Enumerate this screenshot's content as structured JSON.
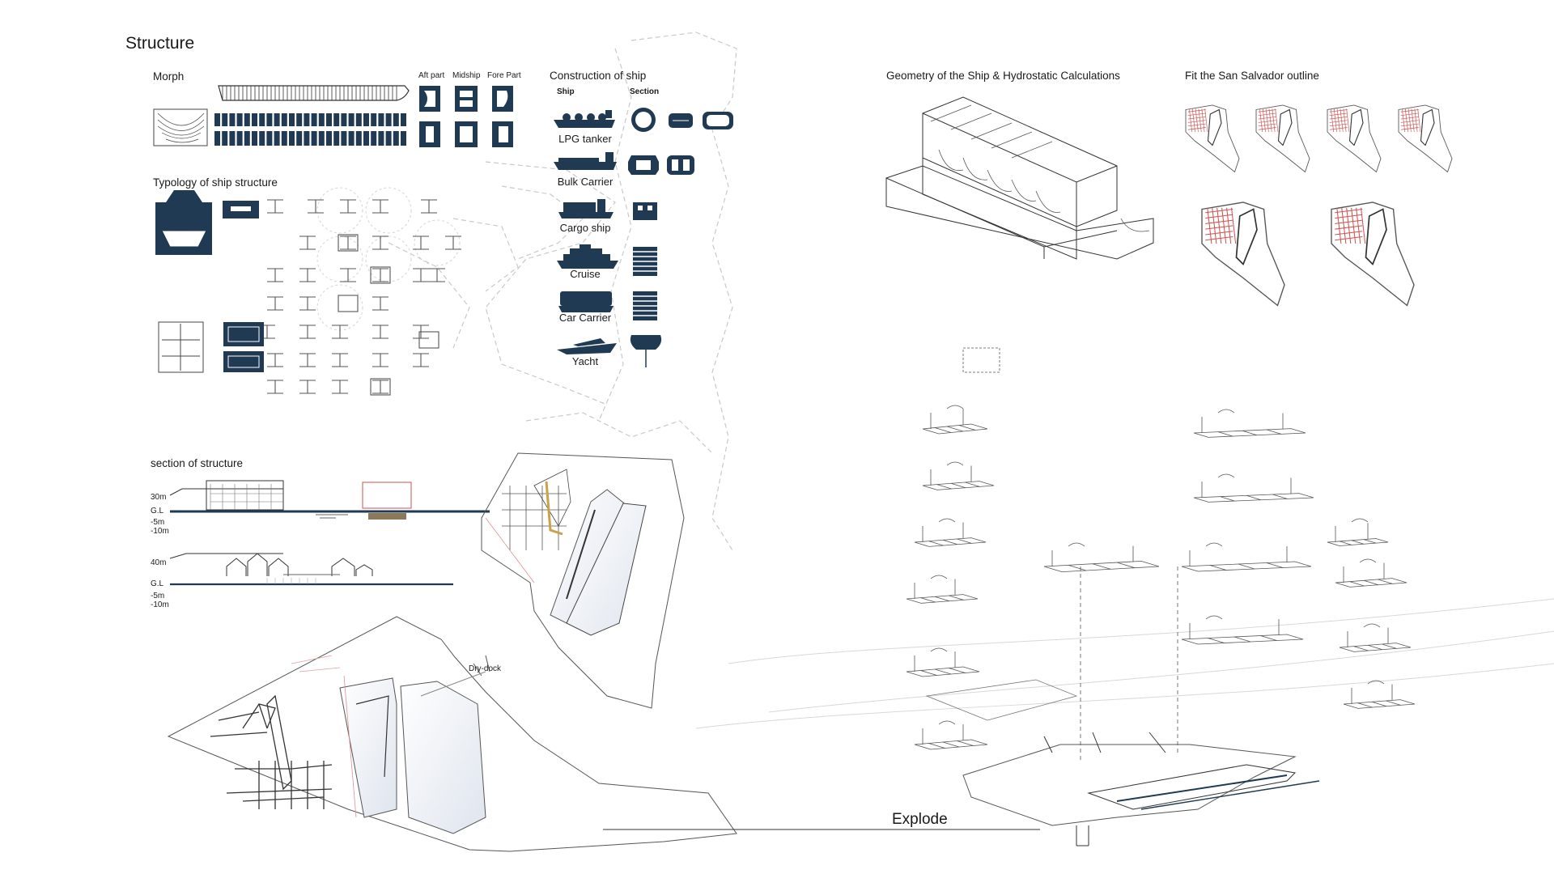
{
  "title": "Structure",
  "morph": {
    "label": "Morph",
    "aft": "Aft part",
    "mid": "Midship",
    "fore": "Fore Part"
  },
  "typology_label": "Typology of ship structure",
  "construction": {
    "label": "Construction of ship",
    "col_ship": "Ship",
    "col_section": "Section",
    "ships": [
      "LPG tanker",
      "Bulk Carrier",
      "Cargo ship",
      "Cruise",
      "Car Carrier",
      "Yacht"
    ]
  },
  "section": {
    "label": "section of structure",
    "levels_a": [
      "30m",
      "G.L",
      "-5m",
      "-10m"
    ],
    "levels_b": [
      "40m",
      "G.L",
      "-5m",
      "-10m"
    ]
  },
  "geometry_label": "Geometry of the Ship & Hydrostatic Calculations",
  "fit_label": "Fit the San Salvador outline",
  "drydock_label": "Dry-dock",
  "explode_label": "Explode",
  "colors": {
    "navy": "#1f3a52",
    "red": "#d05050",
    "line": "#7a7a7a",
    "faint": "#c8c8c8"
  }
}
